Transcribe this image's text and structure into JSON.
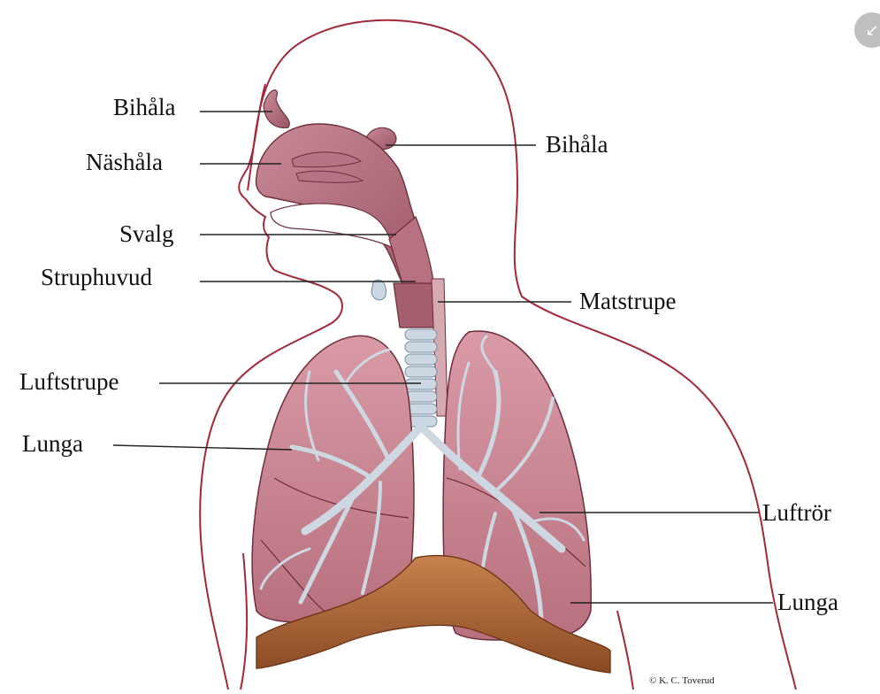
{
  "labels": {
    "bihala_left": "Bihåla",
    "nashala": "Näshåla",
    "svalg": "Svalg",
    "struphuvud": "Struphuvud",
    "luftstrupe": "Luftstrupe",
    "lunga_left": "Lunga",
    "bihala_right": "Bihåla",
    "matstrupe": "Matstrupe",
    "luftror": "Luftrör",
    "lunga_right": "Lunga"
  },
  "credit": "© K. C. Toverud",
  "colors": {
    "outline": "#a3283a",
    "tissue": "#c98a97",
    "tissue_dark": "#8e4656",
    "airway": "#cdd8e2",
    "diaphragm": "#b06a3a"
  },
  "controls": {
    "expand_icon": "collapse-arrow-icon"
  }
}
